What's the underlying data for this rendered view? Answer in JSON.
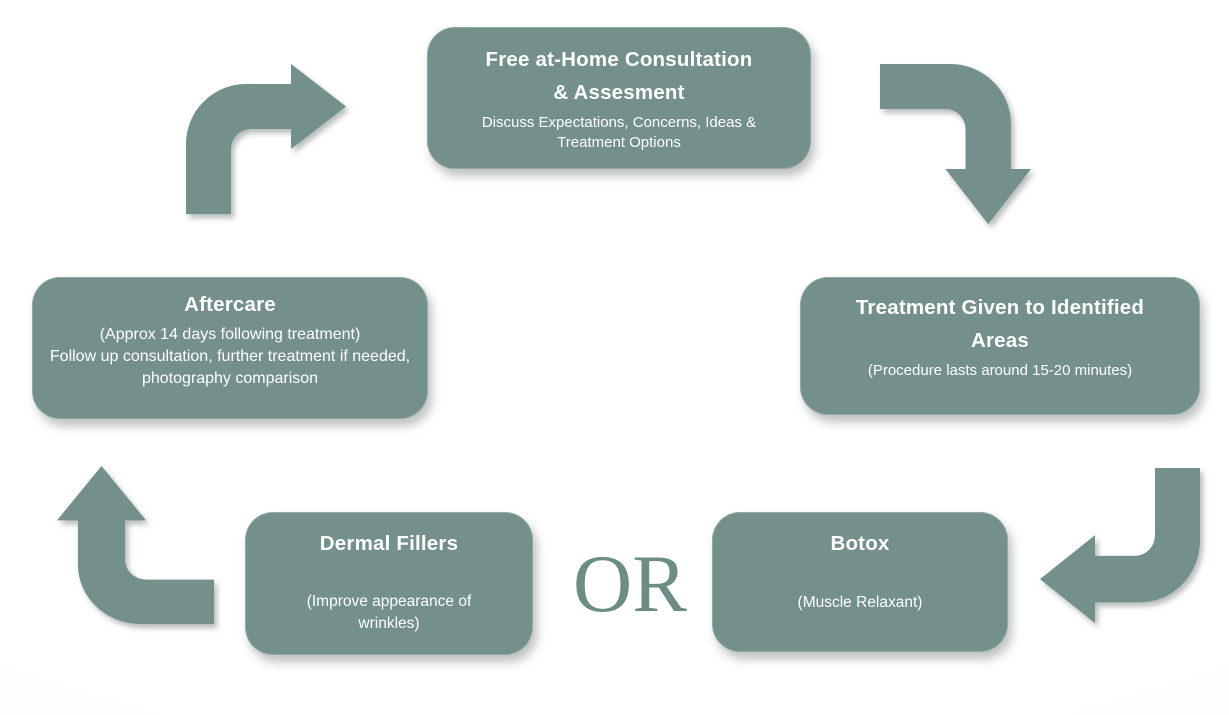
{
  "colors": {
    "box_fill": "#74908C",
    "arrow_fill": "#74908C",
    "box_text": "#FFFFFF",
    "or_text": "#6E8C86",
    "background": "#FFFFFF"
  },
  "boxes": {
    "consultation": {
      "title_lines": [
        "Free at-Home Consultation",
        "& Assesment"
      ],
      "body_lines": [
        "Discuss Expectations, Concerns, Ideas & Treatment Options"
      ]
    },
    "treatment": {
      "title_lines": [
        "Treatment Given to Identified",
        "Areas"
      ],
      "body_lines": [
        "(Procedure lasts around 15-20 minutes)"
      ]
    },
    "aftercare": {
      "title_lines": [
        "Aftercare"
      ],
      "body_lines": [
        "(Approx 14 days following treatment)",
        "Follow up consultation, further treatment if needed, photography comparison"
      ]
    },
    "dermal_fillers": {
      "title_lines": [
        "Dermal Fillers"
      ],
      "body_lines": [
        "(Improve appearance of wrinkles)"
      ]
    },
    "botox": {
      "title_lines": [
        "Botox"
      ],
      "body_lines": [
        "(Muscle Relaxant)"
      ]
    }
  },
  "or_label": "OR",
  "arrows": [
    {
      "name": "aftercare-to-consultation-arrow-icon",
      "shape": "elbow-up-then-right"
    },
    {
      "name": "consultation-to-treatment-arrow-icon",
      "shape": "elbow-right-then-down"
    },
    {
      "name": "treatment-to-botox-arrow-icon",
      "shape": "elbow-down-then-left"
    },
    {
      "name": "dermal-fillers-to-aftercare-arrow-icon",
      "shape": "elbow-left-then-up"
    }
  ]
}
